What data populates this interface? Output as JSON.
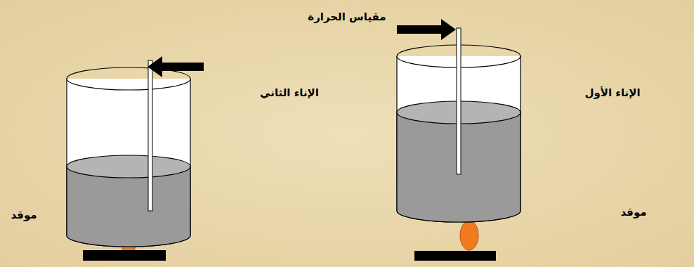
{
  "diagram": {
    "labels": [
      "مقياس الحرارة",
      "الإناء الثاني",
      "الإناء الأول",
      "موقد",
      "موقد"
    ]
  }
}
